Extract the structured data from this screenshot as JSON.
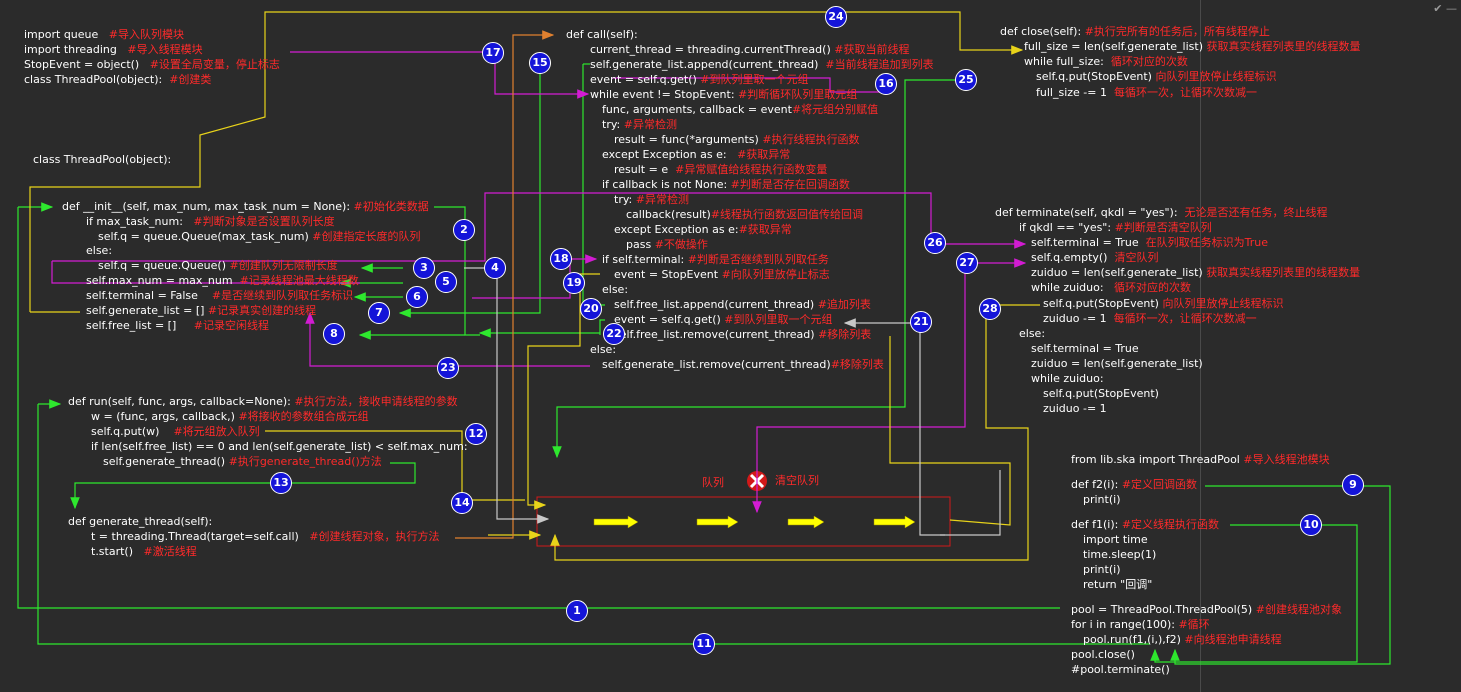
{
  "colors": {
    "background": "#2b2b2b",
    "code_text": "#ffffff",
    "comment": "#ff2b2b",
    "badge_fill": "#1414d8",
    "green": "#2ee82e",
    "magenta": "#d21cd2",
    "yellow": "#e8d31a",
    "orange": "#e0802f",
    "gray": "#b4b4b4",
    "queue_box": "#d21919",
    "arrow_fill": "#ffff00"
  },
  "code_lines": [
    {
      "id": "l1",
      "code": "import queue",
      "comment": "#导入队列模块"
    },
    {
      "id": "l2",
      "code": "import threading",
      "comment": "#导入线程模块"
    },
    {
      "id": "l3",
      "code": "StopEvent = object()",
      "comment": "#设置全局变量，停止标志"
    },
    {
      "id": "l4",
      "code": "class ThreadPool(object):",
      "comment": "#创建类"
    },
    {
      "id": "l5",
      "code": "class ThreadPool(object):",
      "comment": ""
    },
    {
      "id": "l6",
      "code": "def __init__(self, max_num, max_task_num = None):",
      "comment": "#初始化类数据"
    },
    {
      "id": "l7",
      "code": "if max_task_num:",
      "comment": "#判断对象是否设置队列长度"
    },
    {
      "id": "l8",
      "code": "self.q = queue.Queue(max_task_num)",
      "comment": "#创建指定长度的队列"
    },
    {
      "id": "l9",
      "code": "else:",
      "comment": ""
    },
    {
      "id": "l10",
      "code": "self.q = queue.Queue()",
      "comment": "#创建队列无限制长度"
    },
    {
      "id": "l11",
      "code": "self.max_num = max_num",
      "comment": "#记录线程池最大线程数"
    },
    {
      "id": "l12",
      "code": "self.terminal = False",
      "comment": "#是否继续到队列取任务标识"
    },
    {
      "id": "l13",
      "code": "self.generate_list = []",
      "comment": "#记录真实创建的线程"
    },
    {
      "id": "l14",
      "code": "self.free_list = []",
      "comment": "#记录空闲线程"
    },
    {
      "id": "l15",
      "code": "def run(self, func, args, callback=None):",
      "comment": "#执行方法，接收申请线程的参数"
    },
    {
      "id": "l16",
      "code": "w = (func, args, callback,)",
      "comment": "#将接收的参数组合成元组"
    },
    {
      "id": "l17",
      "code": "self.q.put(w)",
      "comment": "#将元组放入队列"
    },
    {
      "id": "l18",
      "code": "if len(self.free_list) == 0 and len(self.generate_list) < self.max_num:",
      "comment": ""
    },
    {
      "id": "l19",
      "code": "self.generate_thread()",
      "comment": "#执行generate_thread()方法"
    },
    {
      "id": "l20",
      "code": "def generate_thread(self):",
      "comment": ""
    },
    {
      "id": "l21",
      "code": "t = threading.Thread(target=self.call)",
      "comment": "#创建线程对象，执行方法"
    },
    {
      "id": "l22",
      "code": "t.start()",
      "comment": "#激活线程"
    },
    {
      "id": "l23",
      "code": "def call(self):",
      "comment": ""
    },
    {
      "id": "l24",
      "code": "current_thread = threading.currentThread()",
      "comment": "#获取当前线程"
    },
    {
      "id": "l25",
      "code": "self.generate_list.append(current_thread)",
      "comment": "#当前线程追加到列表"
    },
    {
      "id": "l26",
      "code": "event = self.q.get()",
      "comment": "#到队列里取一个元组"
    },
    {
      "id": "l27",
      "code": "while event != StopEvent:",
      "comment": "#判断循环队列里取元组"
    },
    {
      "id": "l28",
      "code": "func, arguments, callback = event",
      "comment": "#将元组分别赋值"
    },
    {
      "id": "l29",
      "code": "try:",
      "comment": "#异常检测"
    },
    {
      "id": "l30",
      "code": "result = func(*arguments)",
      "comment": "#执行线程执行函数"
    },
    {
      "id": "l31",
      "code": "except Exception as e:",
      "comment": "#获取异常"
    },
    {
      "id": "l32",
      "code": "result = e",
      "comment": "#异常赋值给线程执行函数变量"
    },
    {
      "id": "l33",
      "code": "if callback is not None:",
      "comment": "#判断是否存在回调函数"
    },
    {
      "id": "l34",
      "code": "try:",
      "comment": "#异常检测"
    },
    {
      "id": "l35",
      "code": "callback(result)",
      "comment": "#线程执行函数返回值传给回调"
    },
    {
      "id": "l36",
      "code": "except Exception as e:",
      "comment": "#获取异常"
    },
    {
      "id": "l37",
      "code": "pass",
      "comment": "#不做操作"
    },
    {
      "id": "l38",
      "code": "if self.terminal:",
      "comment": "#判断是否继续到队列取任务"
    },
    {
      "id": "l39",
      "code": "event = StopEvent",
      "comment": "#向队列里放停止标志"
    },
    {
      "id": "l40",
      "code": "else:",
      "comment": ""
    },
    {
      "id": "l41",
      "code": "self.free_list.append(current_thread)",
      "comment": "#追加列表"
    },
    {
      "id": "l42",
      "code": "event = self.q.get()",
      "comment": "#到队列里取一个元组"
    },
    {
      "id": "l43",
      "code": "self.free_list.remove(current_thread)",
      "comment": "#移除列表"
    },
    {
      "id": "l44",
      "code": "else:",
      "comment": ""
    },
    {
      "id": "l45",
      "code": "self.generate_list.remove(current_thread)",
      "comment": "#移除列表"
    },
    {
      "id": "l46",
      "code": "def close(self):",
      "comment": "#执行完所有的任务后，所有线程停止"
    },
    {
      "id": "l47",
      "code": "full_size = len(self.generate_list)",
      "comment": "获取真实线程列表里的线程数量"
    },
    {
      "id": "l48",
      "code": "while full_size:",
      "comment": "循环对应的次数"
    },
    {
      "id": "l49",
      "code": "self.q.put(StopEvent)",
      "comment": "向队列里放停止线程标识"
    },
    {
      "id": "l50",
      "code": "full_size -= 1",
      "comment": "每循环一次，让循环次数减一"
    },
    {
      "id": "l51",
      "code": "def terminate(self, qkdl = \"yes\"):",
      "comment": "无论是否还有任务，终止线程"
    },
    {
      "id": "l52",
      "code": "if qkdl == \"yes\":",
      "comment": "#判断是否清空队列"
    },
    {
      "id": "l53",
      "code": "self.terminal = True",
      "comment": "在队列取任务标识为True"
    },
    {
      "id": "l54",
      "code": "self.q.empty()",
      "comment": "清空队列"
    },
    {
      "id": "l55",
      "code": "zuiduo = len(self.generate_list)",
      "comment": "获取真实线程列表里的线程数量"
    },
    {
      "id": "l56",
      "code": "while zuiduo:",
      "comment": "循环对应的次数"
    },
    {
      "id": "l57",
      "code": "self.q.put(StopEvent)",
      "comment": "向队列里放停止线程标识"
    },
    {
      "id": "l58",
      "code": "zuiduo -= 1",
      "comment": "每循环一次，让循环次数减一"
    },
    {
      "id": "l59",
      "code": "else:",
      "comment": ""
    },
    {
      "id": "l60",
      "code": "self.terminal = True",
      "comment": ""
    },
    {
      "id": "l61",
      "code": "zuiduo = len(self.generate_list)",
      "comment": ""
    },
    {
      "id": "l62",
      "code": "while zuiduo:",
      "comment": ""
    },
    {
      "id": "l63",
      "code": "self.q.put(StopEvent)",
      "comment": ""
    },
    {
      "id": "l64",
      "code": "zuiduo -= 1",
      "comment": ""
    },
    {
      "id": "l65",
      "code": "from lib.ska import ThreadPool",
      "comment": "#导入线程池模块"
    },
    {
      "id": "l66",
      "code": "def f2(i):",
      "comment": "#定义回调函数"
    },
    {
      "id": "l67",
      "code": "print(i)",
      "comment": ""
    },
    {
      "id": "l68",
      "code": "def f1(i):",
      "comment": "#定义线程执行函数"
    },
    {
      "id": "l69",
      "code": "import time",
      "comment": ""
    },
    {
      "id": "l70",
      "code": "time.sleep(1)",
      "comment": ""
    },
    {
      "id": "l71",
      "code": "print(i)",
      "comment": ""
    },
    {
      "id": "l72",
      "code": "return \"回调\"",
      "comment": ""
    },
    {
      "id": "l73",
      "code": "pool = ThreadPool.ThreadPool(5)",
      "comment": "#创建线程池对象"
    },
    {
      "id": "l74",
      "code": "for i in range(100):",
      "comment": "#循环"
    },
    {
      "id": "l75",
      "code": "pool.run(f1,(i,),f2)",
      "comment": "#向线程池申请线程"
    },
    {
      "id": "l76",
      "code": "pool.close()",
      "comment": ""
    },
    {
      "id": "l77",
      "code": "#pool.terminate()",
      "comment": ""
    }
  ],
  "queue": {
    "label": "队列",
    "clear_label": "清空队列",
    "clear_icon": "red-x-icon"
  },
  "badges": [
    "1",
    "2",
    "3",
    "4",
    "5",
    "6",
    "7",
    "8",
    "9",
    "10",
    "11",
    "12",
    "13",
    "14",
    "15",
    "16",
    "17",
    "18",
    "19",
    "20",
    "21",
    "22",
    "23",
    "24",
    "25",
    "26",
    "27",
    "28"
  ],
  "window_controls": "✔ —"
}
